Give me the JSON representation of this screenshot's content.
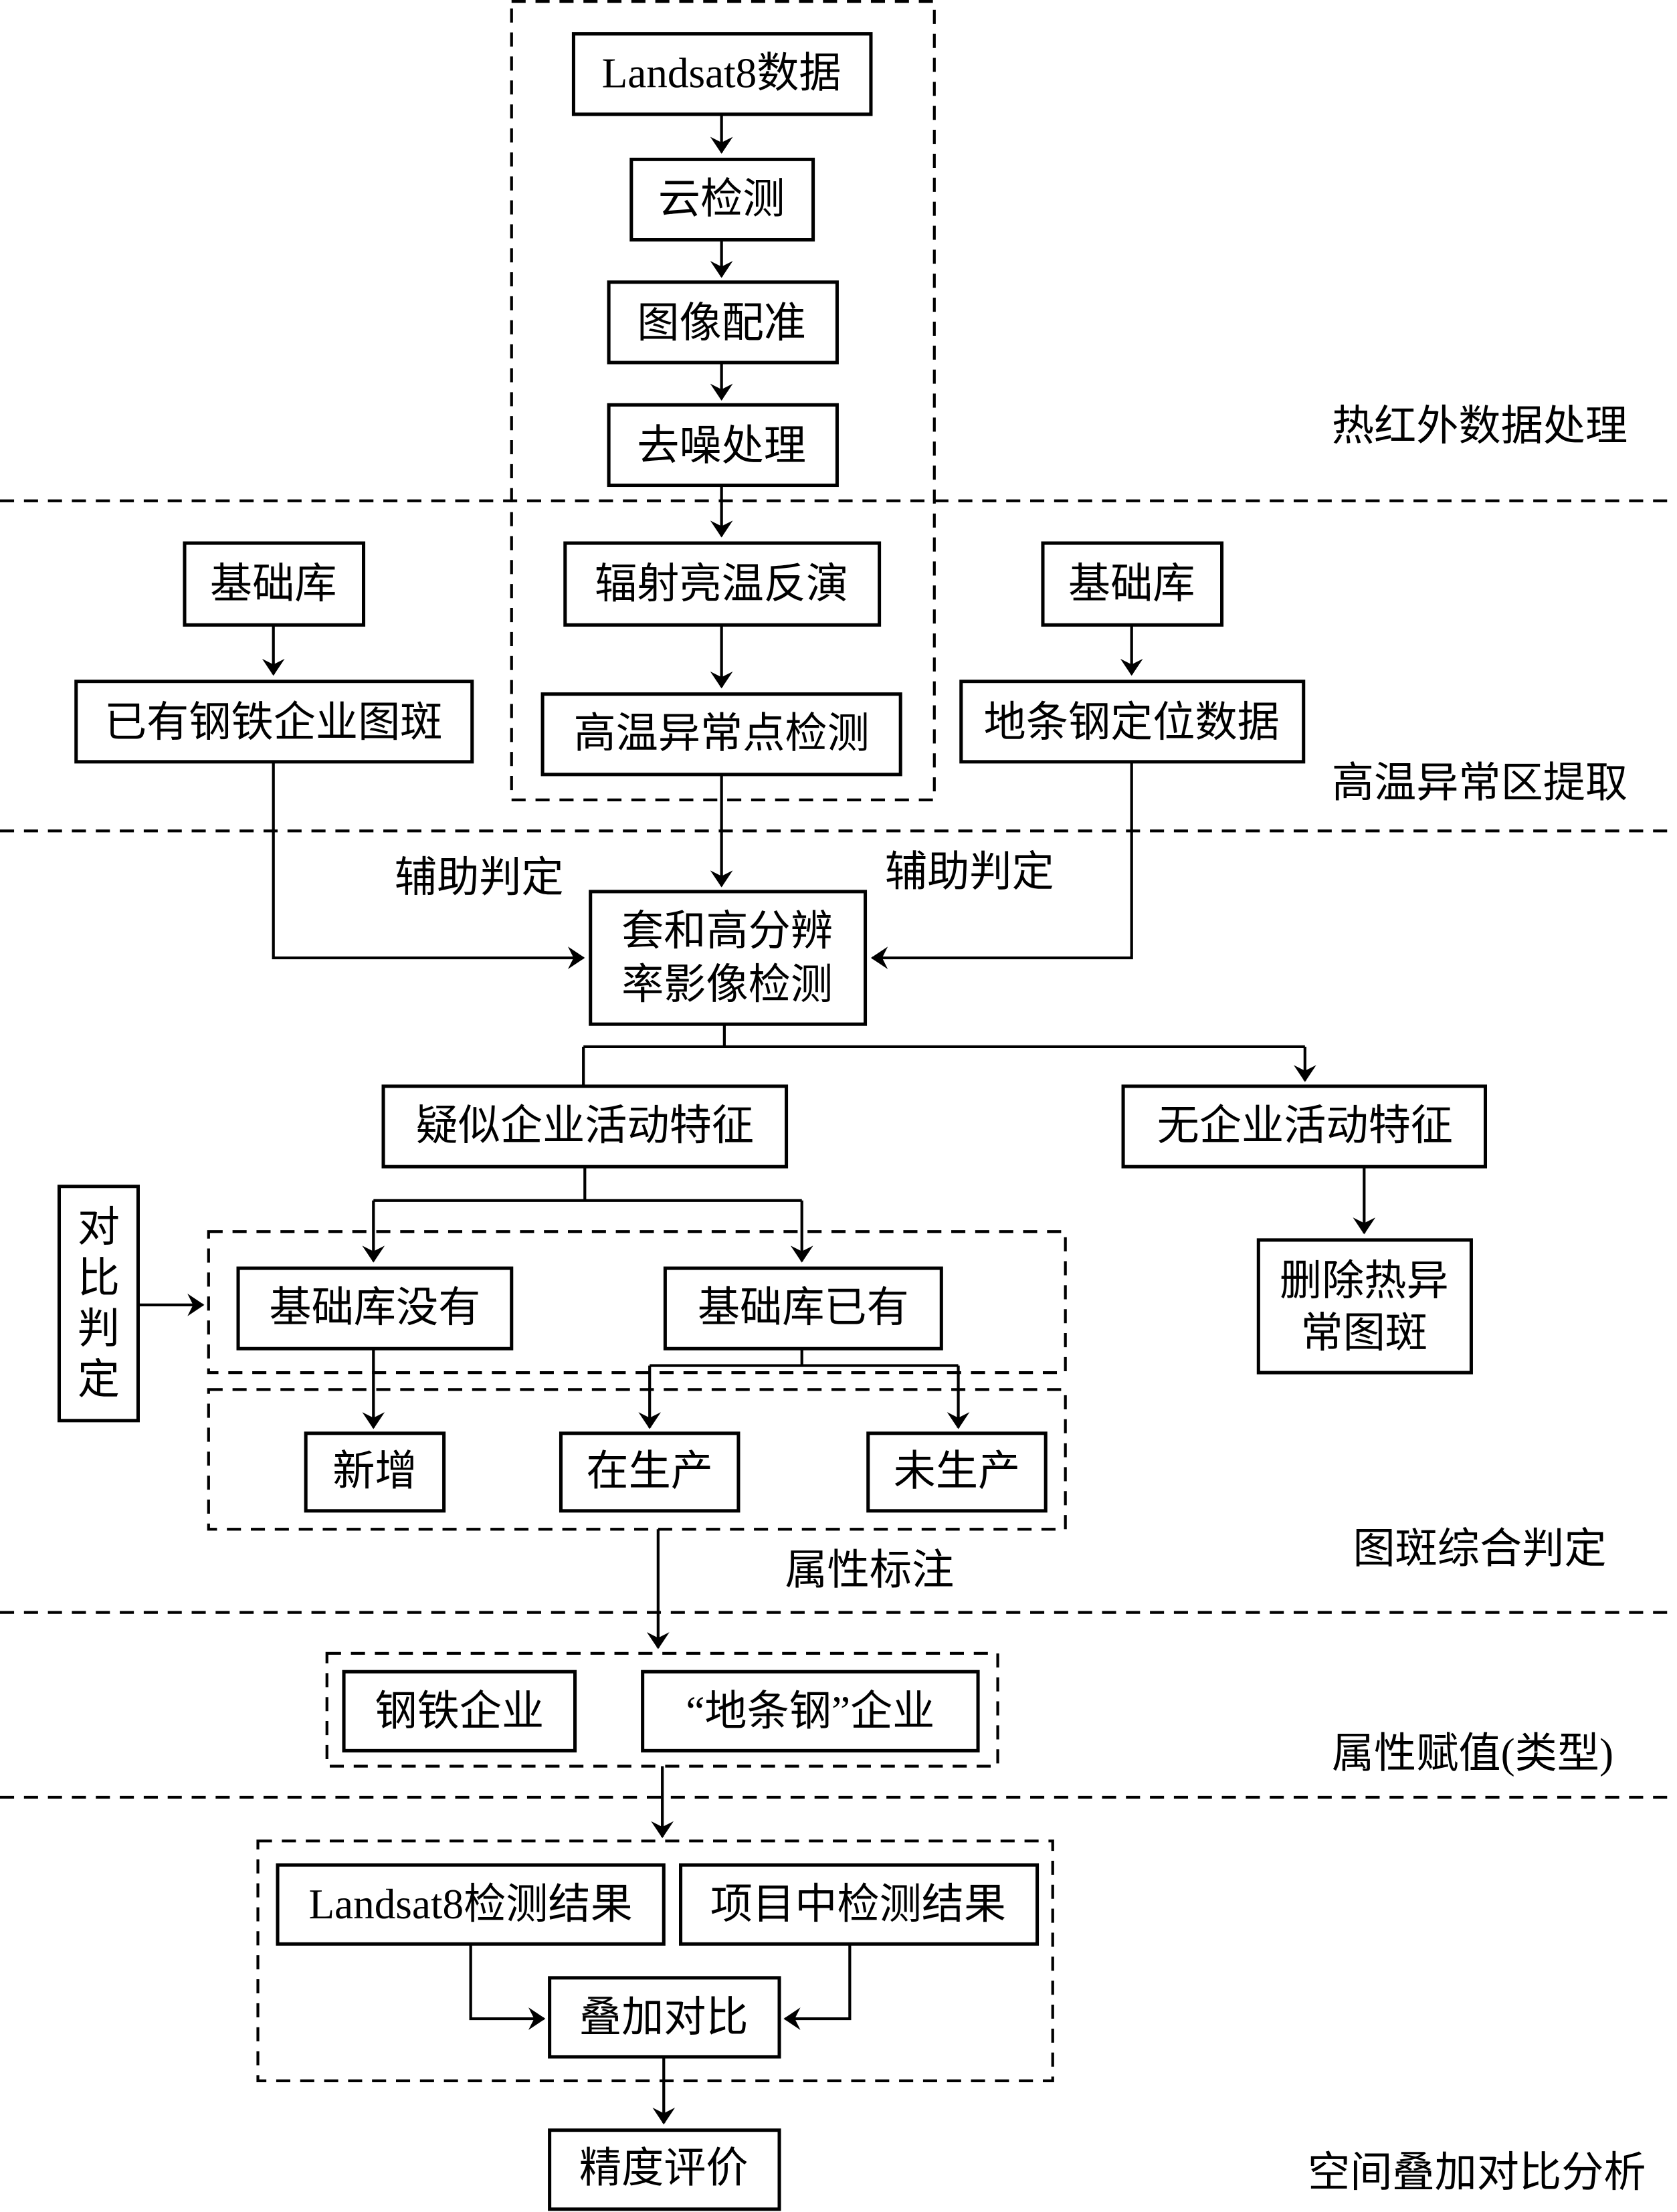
{
  "sections": {
    "s1": "热红外数据处理",
    "s2": "高温异常区提取",
    "s3": "图斑综合判定",
    "s4": "属性赋值(类型)",
    "s5": "空间叠加对比分析"
  },
  "nodes": {
    "landsat_data": "Landsat8数据",
    "cloud_detect": "云检测",
    "registration": "图像配准",
    "denoise": "去噪处理",
    "radiance_inversion": "辐射亮温反演",
    "hot_anomaly_detect": "高温异常点检测",
    "base_db_left": "基础库",
    "existing_steel_patches": "已有钢铁企业图斑",
    "base_db_right": "基础库",
    "ditiaogang_location": "地条钢定位数据",
    "overlay_hr_1": "套和高分辨",
    "overlay_hr_2": "率影像检测",
    "suspected_activity": "疑似企业活动特征",
    "no_activity": "无企业活动特征",
    "delete_patch_1": "删除热异",
    "delete_patch_2": "常图斑",
    "compare_judge": [
      "对",
      "比",
      "判",
      "定"
    ],
    "not_in_db": "基础库没有",
    "in_db": "基础库已有",
    "new_added": "新增",
    "in_production": "在生产",
    "not_in_production": "未生产",
    "steel_enterprise": "钢铁企业",
    "ditiaogang_enterprise": "“地条钢”企业",
    "landsat_result": "Landsat8检测结果",
    "project_result": "项目中检测结果",
    "overlay_compare": "叠加对比",
    "accuracy_eval": "精度评价"
  },
  "edge_labels": {
    "aux_left": "辅助判定",
    "aux_right": "辅助判定",
    "attr_annotation": "属性标注"
  }
}
